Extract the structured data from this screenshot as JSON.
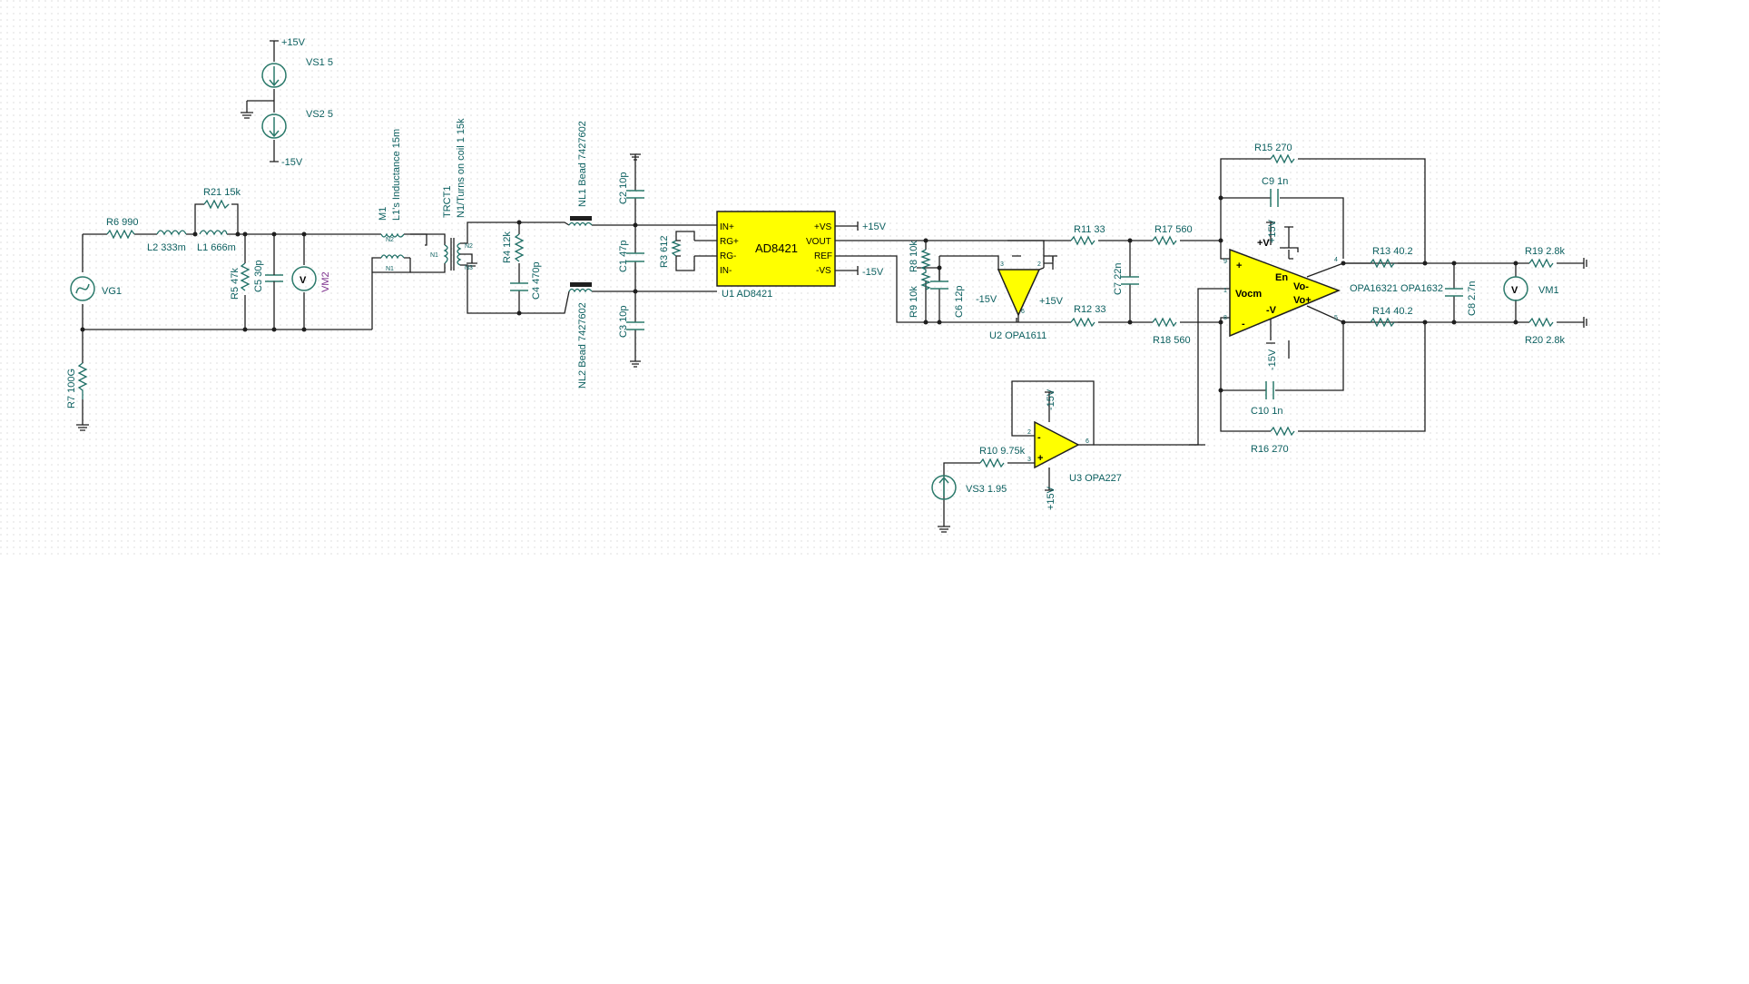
{
  "schematic": {
    "sources": {
      "vg1": "VG1",
      "vs1": "VS1 5",
      "vs2": "VS2 5",
      "vs3": "VS3 1.95",
      "vs1_rail": "+15V",
      "vs2_rail": "-15V"
    },
    "meters": {
      "vm1": "VM1",
      "vm2": "VM2",
      "glyph": "V"
    },
    "resistors": {
      "r6": "R6 990",
      "r21": "R21 15k",
      "r5": "R5 47k",
      "r7": "R7 100G",
      "r4": "R4 12k",
      "r3": "R3 612",
      "r8": "R8 10k",
      "r9": "R9 10k",
      "r11": "R11 33",
      "r12": "R12 33",
      "r17": "R17 560",
      "r18": "R18 560",
      "r10": "R10 9.75k",
      "r15": "R15 270",
      "r16": "R16 270",
      "r13": "R13 40.2",
      "r14": "R14 40.2",
      "r19": "R19 2.8k",
      "r20": "R20 2.8k"
    },
    "inductors": {
      "l2": "L2 333m",
      "l1": "L1 666m"
    },
    "capacitors": {
      "c5": "C5 30p",
      "c4": "C4 470p",
      "c2": "C2 10p",
      "c1": "C1 47p",
      "c3": "C3 10p",
      "c6": "C6 12p",
      "c7": "C7 22n",
      "c9": "C9 1n",
      "c10": "C10 1n",
      "c8": "C8 2.7n"
    },
    "magnetics": {
      "m1": "M1",
      "m1_desc": "L1's Inductance 15m",
      "trct1": "TRCT1",
      "trct1_desc": "N1/Turns on coil 1 15k",
      "n1a": "N1",
      "n2a": "N2",
      "n1b": "N1",
      "n2b": "N2",
      "n3b": "N3",
      "nl1": "NL1 Bead 7427602",
      "nl2": "NL2 Bead 7427602"
    },
    "u1": {
      "name": "AD8421",
      "ref": "U1 AD8421",
      "pins_left": [
        "IN+",
        "RG+",
        "RG-",
        "IN-"
      ],
      "pins_right": [
        "+VS",
        "VOUT",
        "REF",
        "-VS"
      ],
      "vs_pos": "+15V",
      "vs_neg": "-15V"
    },
    "u2": {
      "ref": "U2 OPA1611",
      "neg": "-15V",
      "pos": "+15V"
    },
    "u3": {
      "ref": "U3 OPA227",
      "top": "-15V",
      "bottom": "+15V"
    },
    "fda": {
      "ref": "OPA16321 OPA1632",
      "in_plus": "+",
      "in_minus": "-",
      "vpos": "+V",
      "vneg": "-V",
      "en": "En",
      "vocm": "Vocm",
      "vo_minus": "Vo-",
      "vo_plus": "Vo+",
      "rail_pos": "+15V",
      "rail_neg": "-15V"
    },
    "pin_numbers": {
      "u2_a": "3",
      "u2_b": "2",
      "u2_c": "6",
      "u3_a": "2",
      "u3_b": "3",
      "u3_c": "6",
      "fda_1": "9",
      "fda_2": "1",
      "fda_3": "8",
      "fda_4": "4",
      "fda_5": "5"
    },
    "colors": {
      "wire": "#1f1f1f",
      "component": "#2b7a6b",
      "label": "#0b5f5f",
      "chip": "#ffff00",
      "grid": "#c8c8c8",
      "meter": "#7b2d8b"
    }
  }
}
